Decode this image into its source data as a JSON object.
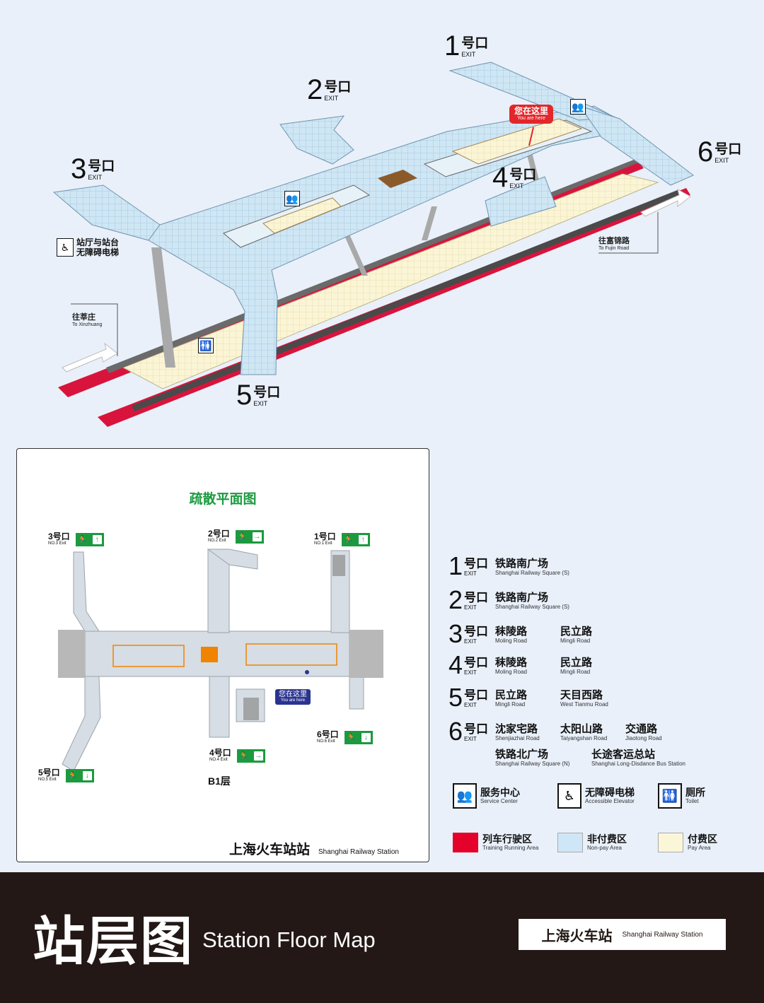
{
  "iso_map": {
    "exits": [
      {
        "num": "1",
        "hao": "号口",
        "ex": "EXIT"
      },
      {
        "num": "2",
        "hao": "号口",
        "ex": "EXIT"
      },
      {
        "num": "3",
        "hao": "号口",
        "ex": "EXIT"
      },
      {
        "num": "4",
        "hao": "号口",
        "ex": "EXIT"
      },
      {
        "num": "5",
        "hao": "号口",
        "ex": "EXIT"
      },
      {
        "num": "6",
        "hao": "号口",
        "ex": "EXIT"
      }
    ],
    "you_are_here": {
      "cn": "您在这里",
      "en": "You are here"
    },
    "elevator_note": {
      "line1": "站厅与站台",
      "line2": "无障碍电梯"
    },
    "to_fujin": {
      "cn": "往富锦路",
      "en": "To Fujin Road"
    },
    "to_xinzhuang": {
      "cn": "往莘庄",
      "en": "To Xinzhuang"
    },
    "colors": {
      "nonpay": "#c9e3f3",
      "pay": "#fbf6d8",
      "track": "#d9143c",
      "platform_edge": "#4a4a4a",
      "service": "#8b5a2b",
      "you_are_here": "#e3262a"
    }
  },
  "evac": {
    "title": "疏散平面图",
    "exits": [
      {
        "cn": "3号口",
        "en": "NO.3 Exit",
        "arrow": "↑"
      },
      {
        "cn": "2号口",
        "en": "NO.2 Exit",
        "arrow": "→"
      },
      {
        "cn": "1号口",
        "en": "NO.1 Exit",
        "arrow": "↑"
      },
      {
        "cn": "6号口",
        "en": "NO.6 Exit",
        "arrow": "↓"
      },
      {
        "cn": "4号口",
        "en": "NO.4 Exit",
        "arrow": "→"
      },
      {
        "cn": "5号口",
        "en": "NO.5 Exit",
        "arrow": "↓"
      }
    ],
    "floor": "B1层",
    "station_cn": "上海火车站站",
    "station_en": "Shanghai Railway Station",
    "you_are_here": {
      "cn": "您在这里",
      "en": "You are here"
    }
  },
  "legend": {
    "rows": [
      {
        "num": "1",
        "hao": "号口",
        "ex": "EXIT",
        "dests": [
          {
            "cn": "铁路南广场",
            "en": "Shanghai Railway Square (S)"
          }
        ]
      },
      {
        "num": "2",
        "hao": "号口",
        "ex": "EXIT",
        "dests": [
          {
            "cn": "铁路南广场",
            "en": "Shanghai Railway Square (S)"
          }
        ]
      },
      {
        "num": "3",
        "hao": "号口",
        "ex": "EXIT",
        "dests": [
          {
            "cn": "秣陵路",
            "en": "Moling Road"
          },
          {
            "cn": "民立路",
            "en": "Mingli Road"
          }
        ]
      },
      {
        "num": "4",
        "hao": "号口",
        "ex": "EXIT",
        "dests": [
          {
            "cn": "秣陵路",
            "en": "Moling Road"
          },
          {
            "cn": "民立路",
            "en": "Mingli Road"
          }
        ]
      },
      {
        "num": "5",
        "hao": "号口",
        "ex": "EXIT",
        "dests": [
          {
            "cn": "民立路",
            "en": "Mingli Road"
          },
          {
            "cn": "天目西路",
            "en": "West Tianmu Road"
          }
        ]
      },
      {
        "num": "6",
        "hao": "号口",
        "ex": "EXIT",
        "dests": [
          {
            "cn": "沈家宅路",
            "en": "Shenjiazhai Road"
          },
          {
            "cn": "太阳山路",
            "en": "Taiyangshan Road"
          },
          {
            "cn": "交通路",
            "en": "Jiaotong Road"
          }
        ]
      }
    ],
    "row6_extra": [
      {
        "cn": "铁路北广场",
        "en": "Shanghai Railway Square (N)"
      },
      {
        "cn": "长途客运总站",
        "en": "Shanghai Long-Disdance Bus Station"
      }
    ],
    "facilities": [
      {
        "icon": "service-center-icon",
        "cn": "服务中心",
        "en": "Service Center"
      },
      {
        "icon": "accessible-elevator-icon",
        "cn": "无障碍电梯",
        "en": "Accessible Elevator"
      },
      {
        "icon": "toilet-icon",
        "cn": "厕所",
        "en": "Toilet"
      }
    ],
    "areas": [
      {
        "color": "#e4022a",
        "cn": "列车行驶区",
        "en": "Training Running Area"
      },
      {
        "color": "#cfe6f7",
        "cn": "非付费区",
        "en": "Non-pay Area"
      },
      {
        "color": "#fbf6d8",
        "cn": "付费区",
        "en": "Pay Area"
      }
    ]
  },
  "footer": {
    "title_cn": "站层图",
    "title_en": "Station Floor Map",
    "station_cn": "上海火车站",
    "station_en": "Shanghai Railway Station"
  }
}
